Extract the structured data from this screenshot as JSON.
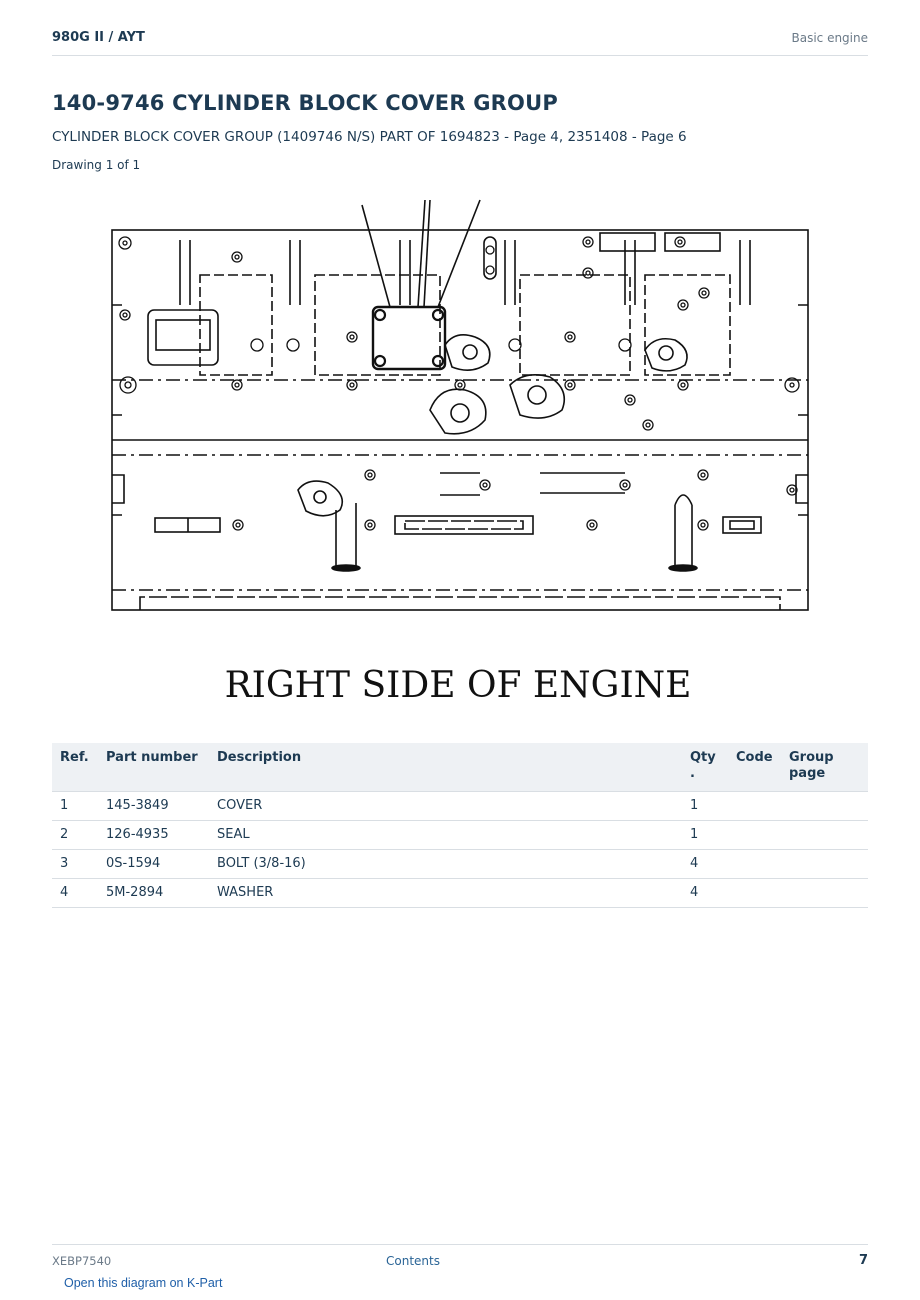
{
  "header": {
    "model": "980G II  /  AYT",
    "section": "Basic engine"
  },
  "title": "140-9746 CYLINDER BLOCK COVER GROUP",
  "subtitle": "CYLINDER BLOCK COVER GROUP (1409746 N/S) PART OF 1694823 - Page 4, 2351408 - Page 6",
  "drawing_count": "Drawing 1 of 1",
  "diagram": {
    "caption": "RIGHT SIDE OF ENGINE"
  },
  "table": {
    "headers": {
      "ref": "Ref.",
      "part": "Part number",
      "desc": "Description",
      "qty": "Qty .",
      "code": "Code",
      "group": "Group page"
    },
    "rows": [
      {
        "ref": "1",
        "part": "145-3849",
        "desc": "COVER",
        "qty": "1",
        "code": "",
        "group": ""
      },
      {
        "ref": "2",
        "part": "126-4935",
        "desc": "SEAL",
        "qty": "1",
        "code": "",
        "group": ""
      },
      {
        "ref": "3",
        "part": "0S-1594",
        "desc": "BOLT (3/8-16)",
        "qty": "4",
        "code": "",
        "group": ""
      },
      {
        "ref": "4",
        "part": "5M-2894",
        "desc": "WASHER",
        "qty": "4",
        "code": "",
        "group": ""
      }
    ]
  },
  "footer": {
    "doc_id": "XEBP7540",
    "contents_link": "Contents",
    "page_number": "7",
    "kpart_link": "Open this diagram on K-Part"
  }
}
